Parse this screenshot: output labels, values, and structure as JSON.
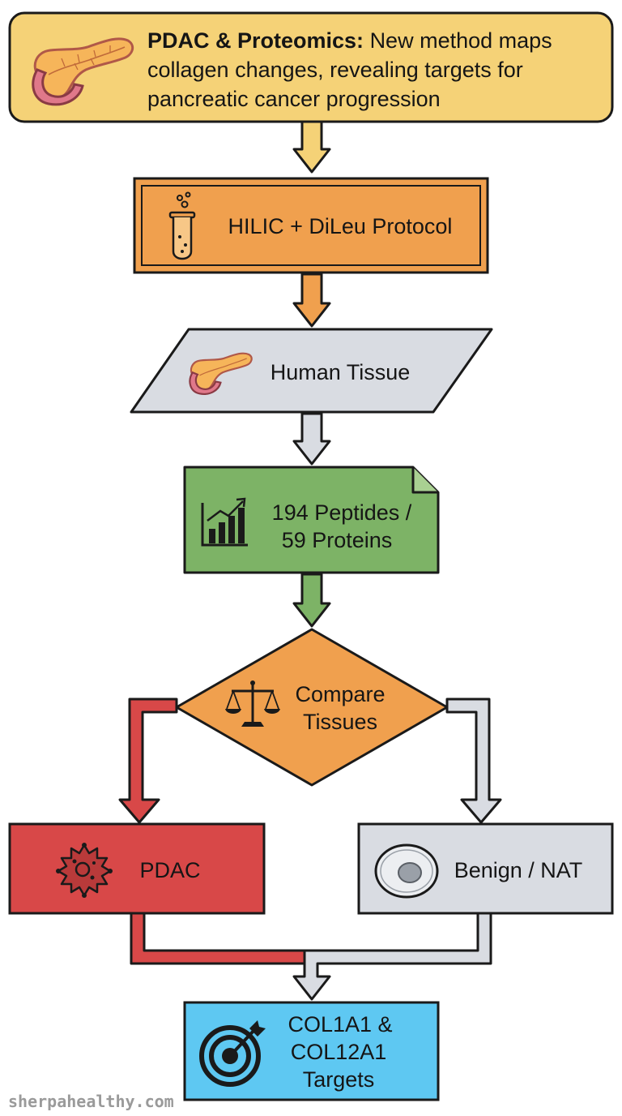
{
  "header": {
    "lead": "PDAC & Proteomics:",
    "text": "New method maps collagen changes, revealing targets for pancreatic cancer progression"
  },
  "nodes": {
    "protocol": {
      "label": "HILIC + DiLeu Protocol",
      "icon": "test-tube-icon"
    },
    "tissue": {
      "label": "Human Tissue",
      "icon": "pancreas-icon"
    },
    "results": {
      "line1": "194 Peptides /",
      "line2": "59 Proteins",
      "icon": "bar-chart-icon"
    },
    "compare": {
      "line1": "Compare",
      "line2": "Tissues",
      "icon": "scales-icon"
    },
    "pdac": {
      "label": "PDAC",
      "icon": "cancer-cell-icon"
    },
    "benign": {
      "label": "Benign / NAT",
      "icon": "normal-cell-icon"
    },
    "targets": {
      "line1": "COL1A1 &",
      "line2": "COL12A1",
      "line3": "Targets",
      "icon": "target-icon"
    }
  },
  "colors": {
    "yellow": "#f5d277",
    "orange": "#f0a04e",
    "gray": "#d9dce2",
    "green": "#7db366",
    "red": "#d84848",
    "blue": "#5ec8f2",
    "outline": "#1a1a1a"
  },
  "watermark": "sherpahealthy.com"
}
